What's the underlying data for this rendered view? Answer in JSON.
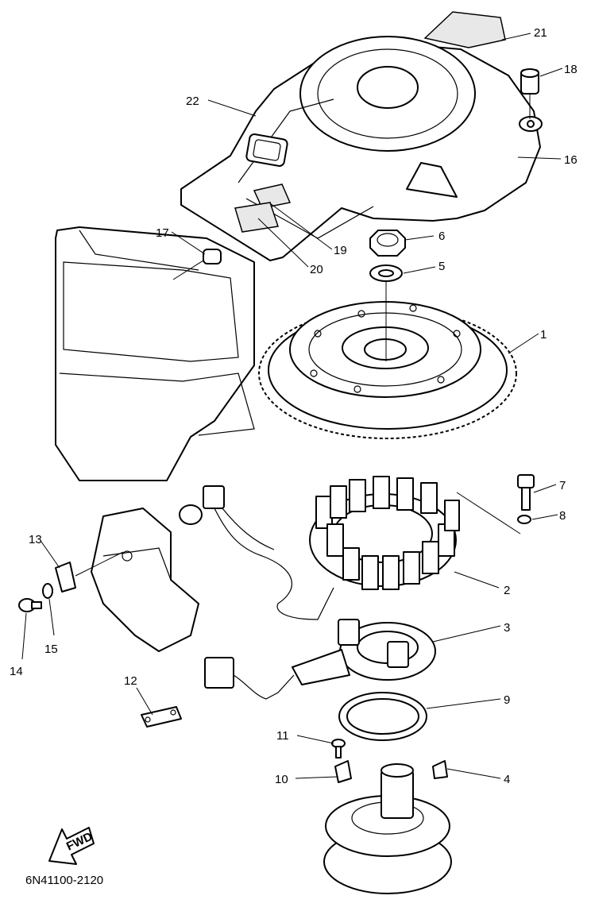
{
  "diagram": {
    "code": "6N41100-2120",
    "fwd_label": "FWD",
    "callouts": [
      {
        "id": "c21",
        "text": "21"
      },
      {
        "id": "c18",
        "text": "18"
      },
      {
        "id": "c22",
        "text": "22"
      },
      {
        "id": "c16",
        "text": "16"
      },
      {
        "id": "c6",
        "text": "6"
      },
      {
        "id": "c17",
        "text": "17"
      },
      {
        "id": "c19",
        "text": "19"
      },
      {
        "id": "c20",
        "text": "20"
      },
      {
        "id": "c5",
        "text": "5"
      },
      {
        "id": "c1",
        "text": "1"
      },
      {
        "id": "c7",
        "text": "7"
      },
      {
        "id": "c8",
        "text": "8"
      },
      {
        "id": "c13",
        "text": "13"
      },
      {
        "id": "c2",
        "text": "2"
      },
      {
        "id": "c15",
        "text": "15"
      },
      {
        "id": "c14",
        "text": "14"
      },
      {
        "id": "c3",
        "text": "3"
      },
      {
        "id": "c12",
        "text": "12"
      },
      {
        "id": "c9",
        "text": "9"
      },
      {
        "id": "c11",
        "text": "11"
      },
      {
        "id": "c10",
        "text": "10"
      },
      {
        "id": "c4",
        "text": "4"
      }
    ]
  }
}
